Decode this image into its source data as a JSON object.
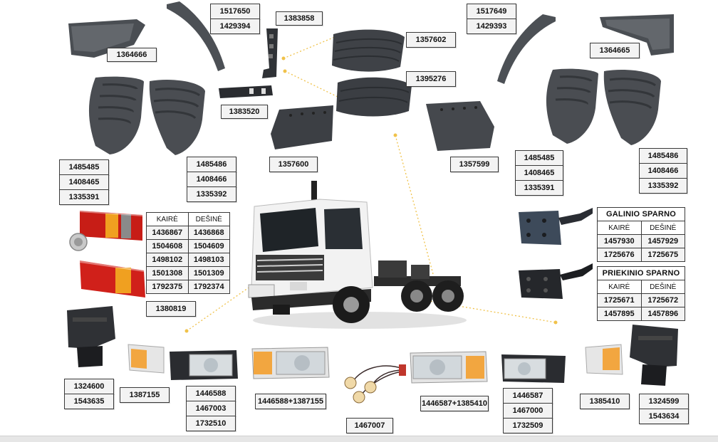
{
  "labels": {
    "p1364666": "1364666",
    "p1517650": "1517650",
    "p1429394": "1429394",
    "p1383858": "1383858",
    "p1383520": "1383520",
    "p1357602": "1357602",
    "p1395276": "1395276",
    "p1357600": "1357600",
    "p1357599": "1357599",
    "p1517649": "1517649",
    "p1429393": "1429393",
    "p1364665": "1364665",
    "left_mudguard_a": [
      "1485485",
      "1408465",
      "1335391"
    ],
    "left_mudguard_b": [
      "1485486",
      "1408466",
      "1335392"
    ],
    "right_mudguard_a": [
      "1485485",
      "1408465",
      "1335391"
    ],
    "right_mudguard_b": [
      "1485486",
      "1408466",
      "1335392"
    ],
    "p1380819": "1380819",
    "p1324600": [
      "1324600",
      "1543635"
    ],
    "p1387155": "1387155",
    "p1446588": [
      "1446588",
      "1467003",
      "1732510"
    ],
    "p1446588_combo": "1446588+1387155",
    "p1467007": "1467007",
    "p1446587_combo": "1446587+1385410",
    "p1446587": [
      "1446587",
      "1467000",
      "1732509"
    ],
    "p1385410": "1385410",
    "p1324599": [
      "1324599",
      "1543634"
    ]
  },
  "taillight_table": {
    "header_left": "KAIRĖ",
    "header_right": "DEŠINĖ",
    "rows": [
      [
        "1436867",
        "1436868"
      ],
      [
        "1504608",
        "1504609"
      ],
      [
        "1498102",
        "1498103"
      ],
      [
        "1501308",
        "1501309"
      ],
      [
        "1792375",
        "1792374"
      ]
    ]
  },
  "rear_mudguard_table": {
    "caption": "GALINIO SPARNO",
    "header_left": "KAIRĖ",
    "header_right": "DEŠINĖ",
    "rows": [
      [
        "1457930",
        "1457929"
      ],
      [
        "1725676",
        "1725675"
      ]
    ]
  },
  "front_mudguard_table": {
    "caption": "PRIEKINIO SPARNO",
    "header_left": "KAIRĖ",
    "header_right": "DEŠINĖ",
    "rows": [
      [
        "1725671",
        "1725672"
      ],
      [
        "1457895",
        "1457896"
      ]
    ]
  },
  "colors": {
    "part_dark": "#3d4044",
    "part_mid": "#5a5e63",
    "label_bg": "#f3f3f3",
    "leader_line": "#f0c24a",
    "taillight_red": "#d0201a",
    "taillight_amber": "#f0a020",
    "truck_cab": "#f4f4f4",
    "chassis": "#2c2c2c"
  }
}
